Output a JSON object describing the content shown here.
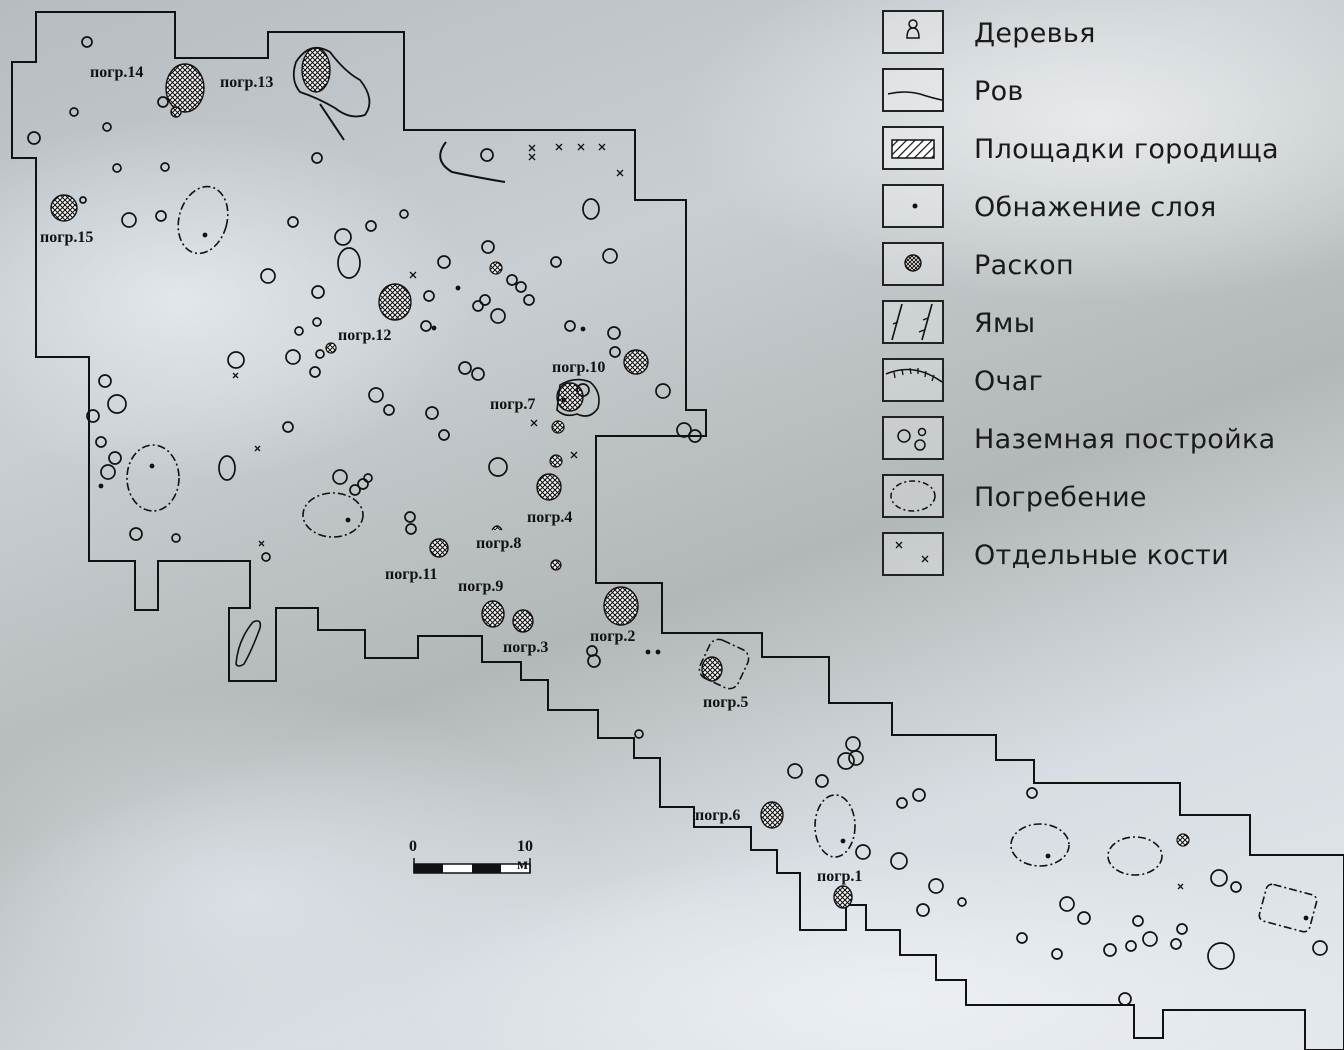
{
  "legend": [
    {
      "icon": "tree-icon",
      "label": "Деревья"
    },
    {
      "icon": "ditch-line-icon",
      "label": "Ров"
    },
    {
      "icon": "hatched-platform-icon",
      "label": "Площадки городища"
    },
    {
      "icon": "layer-exposure-dot-icon",
      "label": "Обнажение слоя"
    },
    {
      "icon": "excavation-crosshatch-icon",
      "label": "Раскоп"
    },
    {
      "icon": "pit-icon",
      "label": "Ямы"
    },
    {
      "icon": "hearth-icon",
      "label": "Очаг"
    },
    {
      "icon": "ground-structure-icon",
      "label": "Наземная постройка"
    },
    {
      "icon": "burial-dashed-oval-icon",
      "label": "Погребение"
    },
    {
      "icon": "separate-bones-cross-icon",
      "label": "Отдельные кости"
    }
  ],
  "burials": {
    "b1": "погр.1",
    "b2": "погр.2",
    "b3": "погр.3",
    "b4": "погр.4",
    "b5": "погр.5",
    "b6": "погр.6",
    "b7": "погр.7",
    "b8": "погр.8",
    "b9": "погр.9",
    "b10": "погр.10",
    "b11": "погр.11",
    "b12": "погр.12",
    "b13": "погр.13",
    "b14": "погр.14",
    "b15": "погр.15"
  },
  "scale": {
    "start": "0",
    "end": "10 м"
  }
}
